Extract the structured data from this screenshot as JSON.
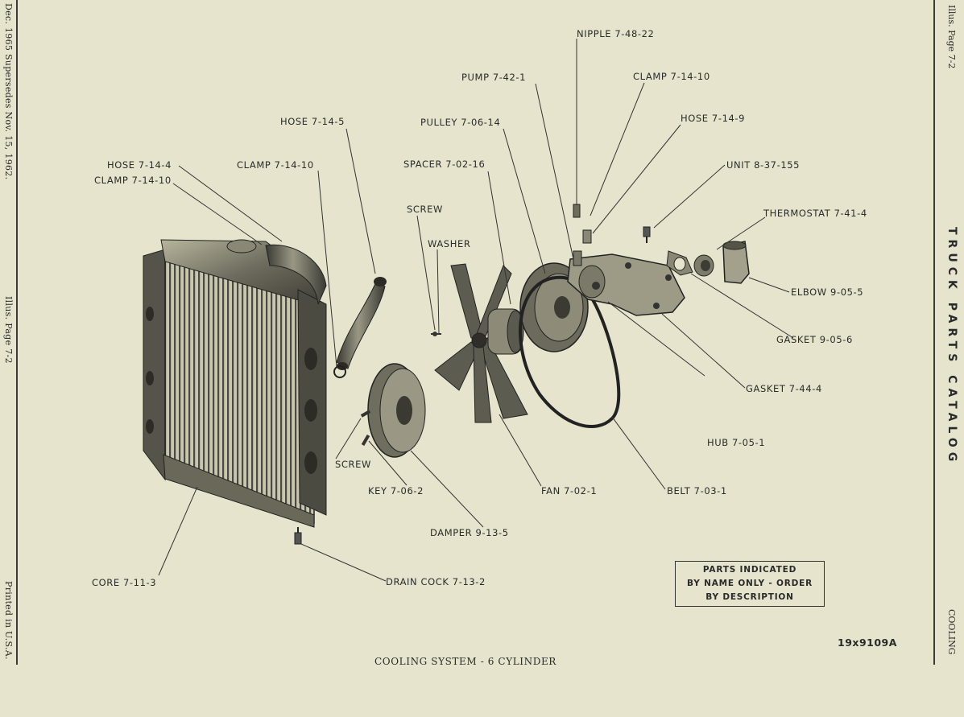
{
  "margin_left": {
    "revision": "Dec. 1965 Supersedes Nov. 15, 1962.",
    "page": "Illus. Page 7-2",
    "printed": "Printed in U.S.A."
  },
  "margin_right": {
    "page": "Illus. Page 7-2",
    "catalog": "TRUCK PARTS CATALOG",
    "section": "COOLING"
  },
  "labels": {
    "nipple": "NIPPLE 7-48-22",
    "pump": "PUMP 7-42-1",
    "clamp_top": "CLAMP 7-14-10",
    "hose_7_14_9": "HOSE 7-14-9",
    "pulley": "PULLEY 7-06-14",
    "hose_7_14_5": "HOSE 7-14-5",
    "unit": "UNIT 8-37-155",
    "spacer": "SPACER 7-02-16",
    "hose_7_14_4": "HOSE 7-14-4",
    "clamp_left": "CLAMP 7-14-10",
    "clamp_mid": "CLAMP 7-14-10",
    "thermostat": "THERMOSTAT 7-41-4",
    "screw_top": "SCREW",
    "washer": "WASHER",
    "elbow": "ELBOW 9-05-5",
    "gasket_9_05_6": "GASKET 9-05-6",
    "gasket_7_44_4": "GASKET 7-44-4",
    "hub": "HUB 7-05-1",
    "screw_bottom": "SCREW",
    "key": "KEY 7-06-2",
    "fan": "FAN 7-02-1",
    "belt": "BELT 7-03-1",
    "damper": "DAMPER 9-13-5",
    "core": "CORE 7-11-3",
    "drain_cock": "DRAIN COCK 7-13-2"
  },
  "note": {
    "line1": "PARTS INDICATED",
    "line2": "BY NAME ONLY - ORDER",
    "line3": "BY DESCRIPTION"
  },
  "illustration_code": "19x9109A",
  "caption": "COOLING SYSTEM - 6 CYLINDER"
}
